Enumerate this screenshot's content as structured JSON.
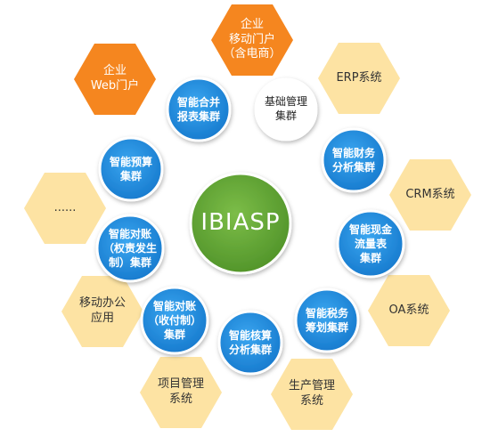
{
  "center": {
    "label": "IBIASP",
    "color": "#6aac3c"
  },
  "systems": [
    {
      "label": "企业\n移动门户\n（含电商）",
      "kind": "orange"
    },
    {
      "label": "企业\nWeb门户",
      "kind": "orange"
    },
    {
      "label": "ERP系统",
      "kind": "cream"
    },
    {
      "label": "CRM系统",
      "kind": "cream"
    },
    {
      "label": "OA系统",
      "kind": "cream"
    },
    {
      "label": "生产管理\n系统",
      "kind": "cream"
    },
    {
      "label": "项目管理\n系统",
      "kind": "cream"
    },
    {
      "label": "移动办公\n应用",
      "kind": "cream"
    },
    {
      "label": "......",
      "kind": "cream"
    }
  ],
  "clusters": [
    {
      "label": "基础管理\n集群",
      "style": "white"
    },
    {
      "label": "智能合并\n报表集群",
      "style": "blue"
    },
    {
      "label": "智能财务\n分析集群",
      "style": "blue"
    },
    {
      "label": "智能预算\n集群",
      "style": "blue"
    },
    {
      "label": "智能现金\n流量表\n集群",
      "style": "blue"
    },
    {
      "label": "智能对账\n（权责发生\n制）集群",
      "style": "blue"
    },
    {
      "label": "智能税务\n筹划集群",
      "style": "blue"
    },
    {
      "label": "智能对账\n（收付制）\n集群",
      "style": "blue"
    },
    {
      "label": "智能核算\n分析集群",
      "style": "blue"
    }
  ],
  "colors": {
    "orange_hex": "#f5861f",
    "cream_hex": "#fde3a3",
    "blue_circle": "#1f8fe3",
    "circle_ring": "#ffffff"
  }
}
